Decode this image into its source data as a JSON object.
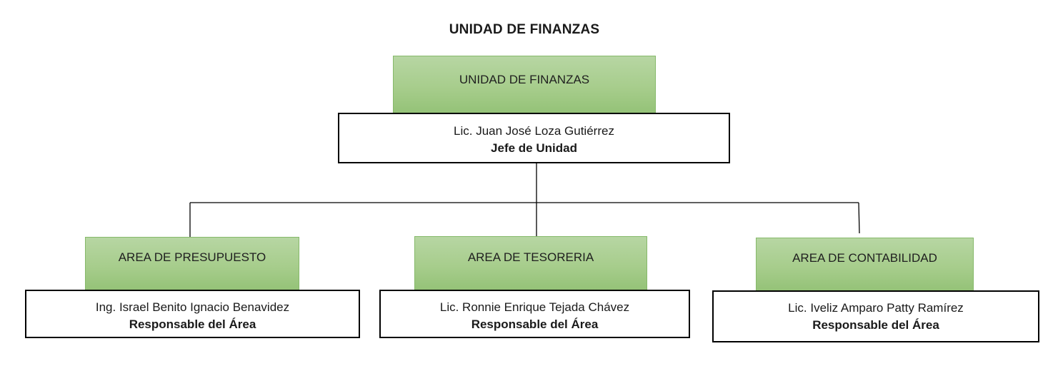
{
  "title": "UNIDAD DE FINANZAS",
  "head": {
    "unit": "UNIDAD DE FINANZAS",
    "name": "Lic. Juan José Loza Gutiérrez",
    "role": "Jefe de Unidad"
  },
  "areas": [
    {
      "unit": "AREA DE PRESUPUESTO",
      "name": "Ing. Israel Benito Ignacio Benavidez",
      "role": "Responsable del Área"
    },
    {
      "unit": "AREA DE TESORERIA",
      "name": "Lic. Ronnie Enrique Tejada Chávez",
      "role": "Responsable del Área"
    },
    {
      "unit": "AREA DE CONTABILIDAD",
      "name": "Lic. Iveliz Amparo Patty Ramírez",
      "role": "Responsable del Área"
    }
  ],
  "colors": {
    "unit_box_fill": "#a7cd8c",
    "unit_box_border": "#86b96a",
    "person_box_border": "#000000",
    "connector": "#000000"
  }
}
